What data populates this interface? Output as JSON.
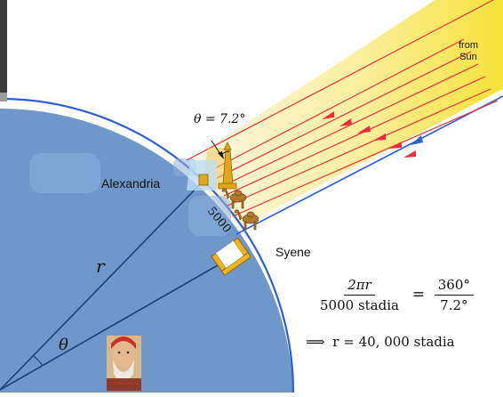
{
  "labels": {
    "sun": [
      "from",
      "Sun"
    ],
    "angle_top": "θ = 7.2°",
    "alexandria": "Alexandria",
    "syene": "Syene",
    "arc_distance": "5000",
    "radius": "r",
    "angle_center": "θ"
  },
  "equation": {
    "lhs_numerator": "2πr",
    "lhs_denominator": "5000 stadia",
    "equals": "=",
    "rhs_numerator": "360°",
    "rhs_denominator": "7.2°",
    "implies": "⟹",
    "result": "r = 40, 000 stadia"
  },
  "colors": {
    "earth_fill": "#6f97c9",
    "earth_rim": "#2d5fd0",
    "sun_yellow": "#f6e43a",
    "ray": "#e8303a",
    "well_gold": "#f0b41c",
    "line": "#1d3f7a"
  }
}
